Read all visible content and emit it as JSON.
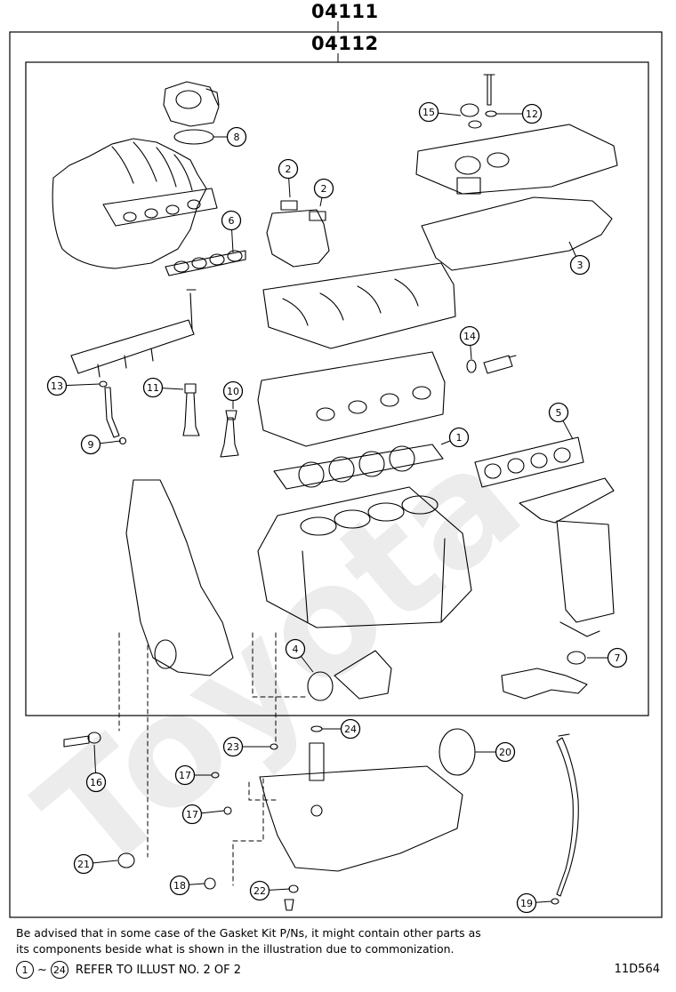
{
  "header": {
    "outer_code": "04111",
    "inner_code": "04112"
  },
  "callouts": [
    "1",
    "2",
    "2",
    "3",
    "4",
    "5",
    "6",
    "7",
    "8",
    "9",
    "10",
    "11",
    "12",
    "13",
    "14",
    "15",
    "16",
    "17",
    "17",
    "18",
    "19",
    "20",
    "21",
    "22",
    "23",
    "24"
  ],
  "footer": {
    "note_line1": "Be advised that in some case of the Gasket Kit P/Ns,  it might contain other parts as",
    "note_line2": "its components beside what is shown in the illustration due to commonization.",
    "range_start": "1",
    "range_sep": "~",
    "range_end": "24",
    "refer_text": "REFER TO ILLUST NO. 2 OF 2",
    "illustration_id": "11D564"
  },
  "watermark": "Toyota",
  "colors": {
    "line": "#000000",
    "watermark": "#ececec",
    "background": "#ffffff"
  }
}
